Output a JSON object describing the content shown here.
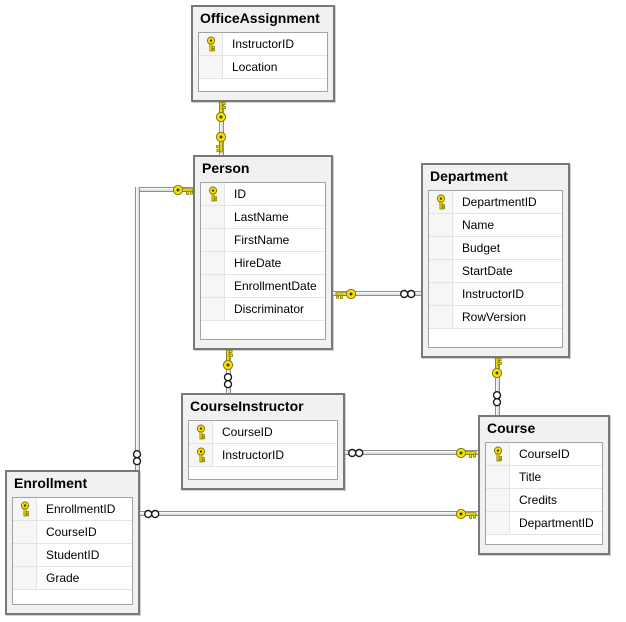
{
  "diagram": {
    "entities": [
      {
        "title": "OfficeAssignment",
        "rows": [
          {
            "name": "InstructorID",
            "key": true
          },
          {
            "name": "Location",
            "key": false
          }
        ]
      },
      {
        "title": "Person",
        "rows": [
          {
            "name": "ID",
            "key": true
          },
          {
            "name": "LastName",
            "key": false
          },
          {
            "name": "FirstName",
            "key": false
          },
          {
            "name": "HireDate",
            "key": false
          },
          {
            "name": "EnrollmentDate",
            "key": false
          },
          {
            "name": "Discriminator",
            "key": false
          }
        ]
      },
      {
        "title": "Department",
        "rows": [
          {
            "name": "DepartmentID",
            "key": true
          },
          {
            "name": "Name",
            "key": false
          },
          {
            "name": "Budget",
            "key": false
          },
          {
            "name": "StartDate",
            "key": false
          },
          {
            "name": "InstructorID",
            "key": false
          },
          {
            "name": "RowVersion",
            "key": false
          }
        ]
      },
      {
        "title": "CourseInstructor",
        "rows": [
          {
            "name": "CourseID",
            "key": true
          },
          {
            "name": "InstructorID",
            "key": true
          }
        ]
      },
      {
        "title": "Course",
        "rows": [
          {
            "name": "CourseID",
            "key": true
          },
          {
            "name": "Title",
            "key": false
          },
          {
            "name": "Credits",
            "key": false
          },
          {
            "name": "DepartmentID",
            "key": false
          }
        ]
      },
      {
        "title": "Enrollment",
        "rows": [
          {
            "name": "EnrollmentID",
            "key": true
          },
          {
            "name": "CourseID",
            "key": false
          },
          {
            "name": "StudentID",
            "key": false
          },
          {
            "name": "Grade",
            "key": false
          }
        ]
      }
    ],
    "relationships": [
      {
        "from": "OfficeAssignment",
        "to": "Person",
        "type": "one-to-one"
      },
      {
        "from": "Person",
        "to": "Department",
        "type": "one-to-many"
      },
      {
        "from": "Person",
        "to": "CourseInstructor",
        "type": "one-to-many"
      },
      {
        "from": "Department",
        "to": "Course",
        "type": "one-to-many"
      },
      {
        "from": "Course",
        "to": "CourseInstructor",
        "type": "one-to-many"
      },
      {
        "from": "Course",
        "to": "Enrollment",
        "type": "one-to-many"
      },
      {
        "from": "Person",
        "to": "Enrollment",
        "type": "one-to-many"
      }
    ],
    "colors": {
      "key_yellow": "#f4e204",
      "key_outline": "#847a00",
      "table_background": "#f1f1f1",
      "table_border": "#787878",
      "grid_border": "#a3a3a3",
      "line_gray": "#8f8f8f"
    }
  }
}
